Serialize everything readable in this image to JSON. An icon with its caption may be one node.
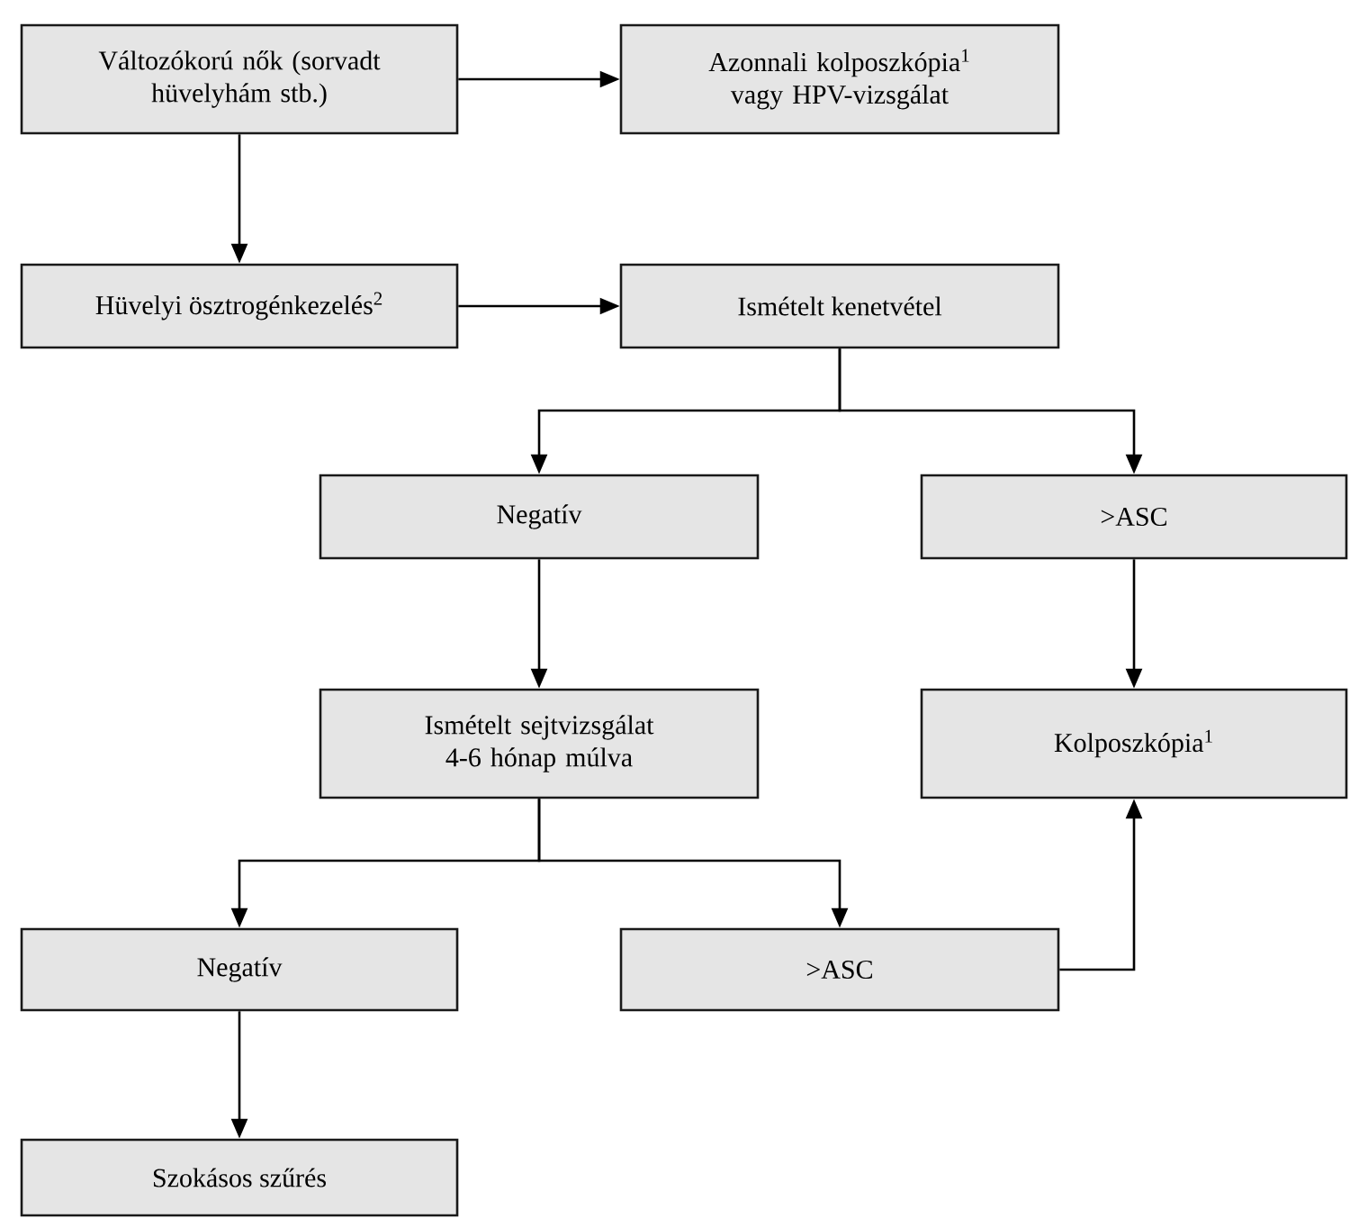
{
  "diagram": {
    "nodes": [
      {
        "text": [
          "Változókorú nők (sorvadt hüvelyhám stb.)"
        ]
      },
      {
        "text": [
          "Azonnali kolposzkópia$^{1}$ vagy HPV-vizsgálat"
        ]
      },
      {
        "text": [
          "Hüvelyi ösztrogénkezelés$^{2}$"
        ]
      },
      {
        "text": [
          "Ismételt kenetvétel"
        ]
      },
      {
        "text": [
          "Negatív"
        ]
      },
      {
        "text": [
          ">ASC"
        ]
      },
      {
        "text": [
          "Ismételt sejtvizsgálat 4-6 hónap múlva"
        ]
      },
      {
        "text": [
          "Kolposzkópia$^{1}$"
        ]
      },
      {
        "text": [
          "Negatív"
        ]
      },
      {
        "text": [
          ">ASC"
        ]
      },
      {
        "text": [
          "Szokásos szűrés"
        ]
      }
    ],
    "edges": [
      {
        "from": 0,
        "to": 1,
        "arrow": "to"
      },
      {
        "from": 0,
        "to": 2,
        "arrow": "to"
      },
      {
        "from": 2,
        "to": 3,
        "arrow": "to"
      },
      {
        "from": 3,
        "to": 4,
        "arrow": "to"
      },
      {
        "from": 3,
        "to": 5,
        "arrow": "to"
      },
      {
        "from": 4,
        "to": 6,
        "arrow": "to"
      },
      {
        "from": 5,
        "to": 7,
        "arrow": "to"
      },
      {
        "from": 6,
        "to": 8,
        "arrow": "to"
      },
      {
        "from": 6,
        "to": 9,
        "arrow": "to"
      },
      {
        "from": 8,
        "to": 10,
        "arrow": "to"
      },
      {
        "from": 9,
        "to": 7,
        "arrow": "to"
      }
    ]
  }
}
